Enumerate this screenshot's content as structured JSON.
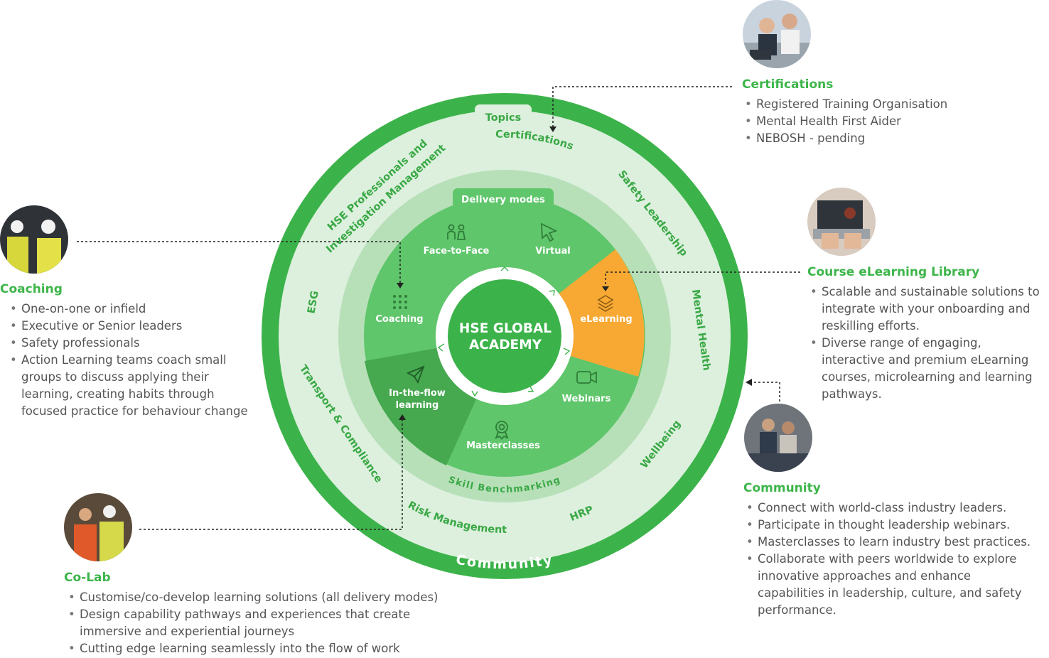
{
  "center": {
    "line1": "HSE GLOBAL",
    "line2": "ACADEMY"
  },
  "rings": {
    "outer_label": "Community",
    "topics_tab": "Topics",
    "delivery_tab": "Delivery modes",
    "skill_label": "Skill Benchmarking"
  },
  "topics": {
    "certifications": "Certifications",
    "safety_leadership": "Safety Leadership",
    "mental_health": "Mental Health",
    "wellbeing": "Wellbeing",
    "hrp": "HRP",
    "risk_management": "Risk Management",
    "transport": "Transport & Compliance",
    "esg": "ESG",
    "hse_line1": "HSE Professionals and",
    "hse_line2": "Investigation Management"
  },
  "modes": {
    "face_to_face": "Face-to-Face",
    "virtual": "Virtual",
    "elearning": "eLearning",
    "webinars": "Webinars",
    "masterclasses": "Masterclasses",
    "inflow_line1": "In-the-flow",
    "inflow_line2": "learning",
    "coaching": "Coaching"
  },
  "panels": {
    "certifications": {
      "title": "Certifications",
      "items": [
        "Registered Training Organisation",
        "Mental Health First Aider",
        "NEBOSH - pending"
      ]
    },
    "elearning": {
      "title": "Course eLearning Library",
      "items": [
        "Scalable and sustainable solutions to integrate with your onboarding and reskilling efforts.",
        "Diverse range of engaging, interactive and premium eLearning courses, microlearning and learning pathways."
      ]
    },
    "community": {
      "title": "Community",
      "items": [
        "Connect with world-class industry leaders.",
        "Participate in thought leadership webinars.",
        "Masterclasses to learn industry best practices.",
        "Collaborate with peers worldwide to explore innovative approaches and enhance capabilities in leadership, culture, and safety performance."
      ]
    },
    "coaching": {
      "title": "Coaching",
      "items": [
        "One-on-one or infield",
        "Executive or Senior leaders",
        "Safety professionals",
        "Action Learning teams coach small groups to discuss applying their learning, creating habits through focused practice for behaviour change"
      ]
    },
    "colab": {
      "title": "Co-Lab",
      "items": [
        "Customise/co-develop learning solutions (all delivery modes)",
        "Design capability pathways and experiences that create immersive and experiential journeys",
        "Cutting edge learning seamlessly into the flow of work"
      ]
    }
  },
  "colors": {
    "outer_ring": "#3cb34a",
    "topics_ring": "#dcf0dd",
    "skill_ring": "#b7e0b9",
    "delivery": "#5fc66b",
    "inflow": "#46a84f",
    "elearning": "#f7a934",
    "text_green": "#3aa845"
  }
}
